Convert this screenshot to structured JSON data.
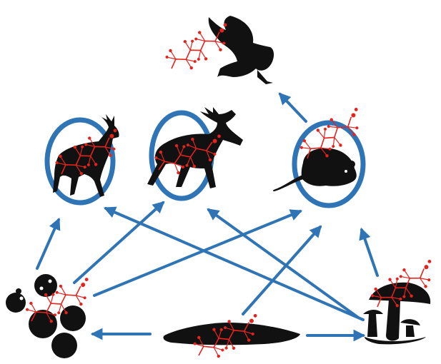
{
  "colors": {
    "background": "#ffffff",
    "silhouette": "#111111",
    "ring": "#2f74b5",
    "arrow": "#2f74b5",
    "molecule": "#e4231d"
  },
  "organisms": [
    {
      "id": "owl",
      "icon": "owl-icon",
      "ringed": false,
      "tagged": true
    },
    {
      "id": "deer",
      "icon": "deer-icon",
      "ringed": true,
      "tagged": true
    },
    {
      "id": "moose",
      "icon": "moose-icon",
      "ringed": true,
      "tagged": true
    },
    {
      "id": "vole",
      "icon": "vole-icon",
      "ringed": true,
      "tagged": true
    },
    {
      "id": "berries",
      "icon": "berries-icon",
      "ringed": false,
      "tagged": true
    },
    {
      "id": "carcass",
      "icon": "carcass-icon",
      "ringed": false,
      "tagged": true
    },
    {
      "id": "mushrooms",
      "icon": "mushroom-icon",
      "ringed": false,
      "tagged": true
    }
  ],
  "flows": [
    {
      "from": "vole",
      "to": "owl"
    },
    {
      "from": "berries",
      "to": "deer"
    },
    {
      "from": "berries",
      "to": "moose"
    },
    {
      "from": "berries",
      "to": "vole"
    },
    {
      "from": "carcass",
      "to": "berries"
    },
    {
      "from": "carcass",
      "to": "mushrooms"
    },
    {
      "from": "carcass",
      "to": "vole"
    },
    {
      "from": "mushrooms",
      "to": "deer"
    },
    {
      "from": "mushrooms",
      "to": "moose"
    },
    {
      "from": "mushrooms",
      "to": "vole"
    }
  ]
}
